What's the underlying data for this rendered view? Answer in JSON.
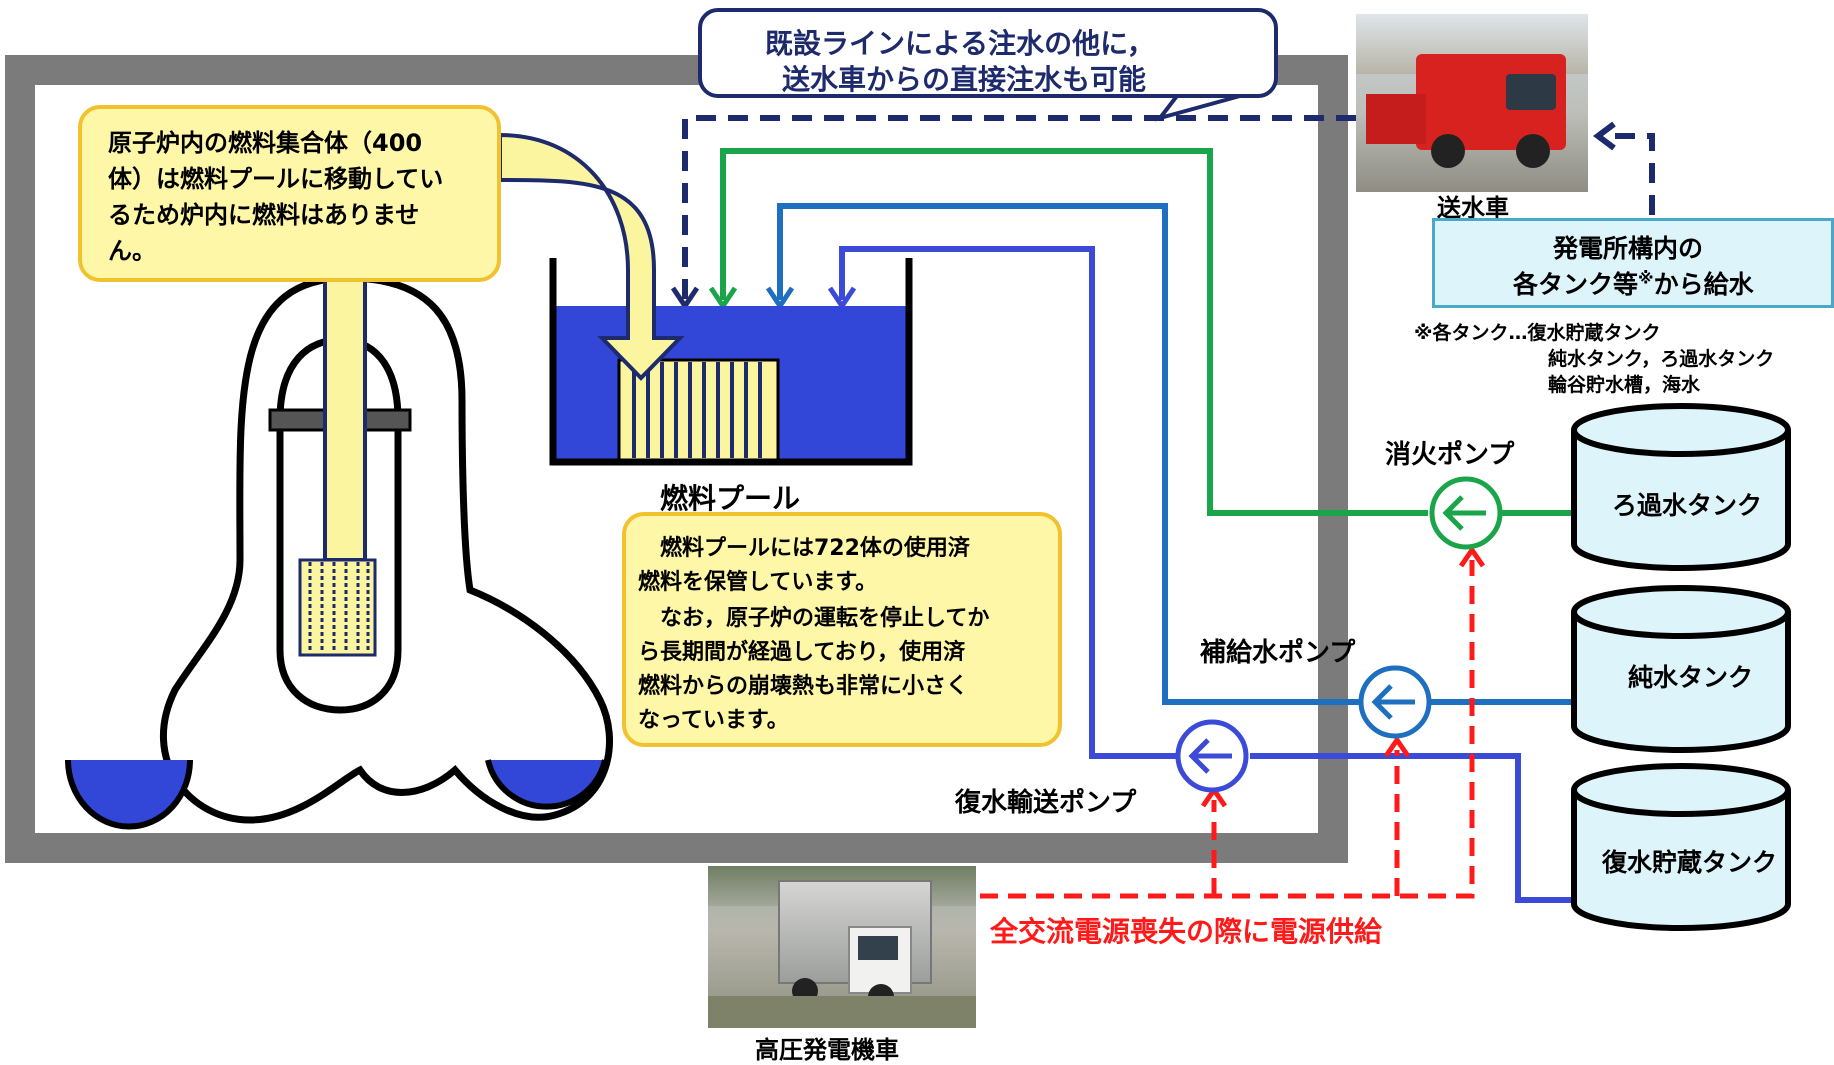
{
  "callout_top": {
    "line1": "既設ラインによる注水の他に，",
    "line2": "送水車からの直接注水も可能"
  },
  "reactor_note": {
    "line1": "原子炉内の燃料集合体（400",
    "line2": "体）は燃料プールに移動してい",
    "line3": "るため炉内に燃料はありませ",
    "line4": "ん。"
  },
  "pool_label": "燃料プール",
  "pool_note": {
    "line1": "　燃料プールには722体の使用済",
    "line2": "燃料を保管しています。",
    "line3": "　なお，原子炉の運転を停止してか",
    "line4": "ら長期間が経過しており，使用済",
    "line5": "燃料からの崩壊熱も非常に小さく",
    "line6": "なっています。"
  },
  "truck": {
    "label": "送水車"
  },
  "supply_box": {
    "line1": "発電所構内の",
    "line2": "各タンク等",
    "sup": "※",
    "line2b": "から給水"
  },
  "tank_note": {
    "line1": "※各タンク…復水貯蔵タンク",
    "line2": "純水タンク，ろ過水タンク",
    "line3": "輪谷貯水槽，海水"
  },
  "pumps": {
    "fire": "消火ポンプ",
    "makeup": "補給水ポンプ",
    "condensate": "復水輸送ポンプ"
  },
  "tanks": {
    "filtered": "ろ過水タンク",
    "pure": "純水タンク",
    "condensate": "復水貯蔵タンク"
  },
  "power_text": "全交流電源喪失の際に電源供給",
  "generator": {
    "label": "高圧発電機車"
  },
  "colors": {
    "green": "#1aa54a",
    "blue_mid": "#1f6fc0",
    "blue_dark": "#3b4bd8",
    "navy": "#1d2a6b",
    "red": "#ff1a1a",
    "note_fill": "#fff7a8",
    "note_border": "#f2c12e",
    "pool_water": "#3246d8",
    "light_yellow": "#fbf5a0",
    "building_gray": "#7b7b7b",
    "supply_fill": "#def4fb",
    "supply_border": "#4aa8c9"
  }
}
